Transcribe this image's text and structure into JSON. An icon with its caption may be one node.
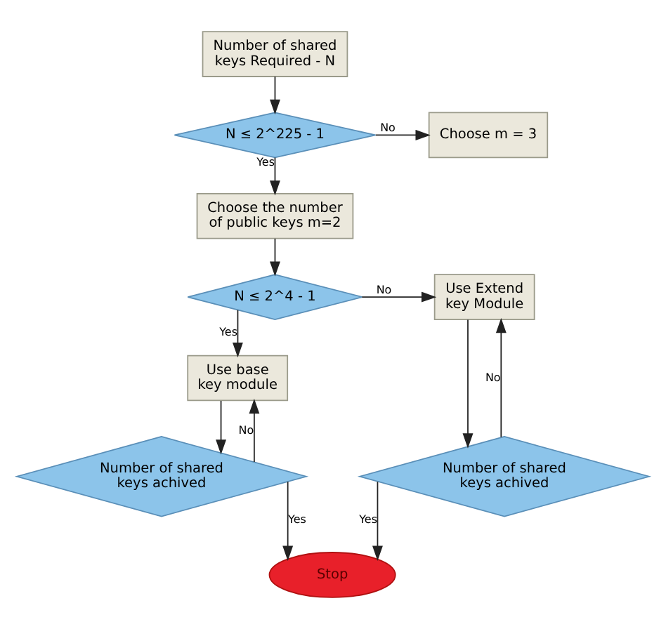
{
  "diagram": {
    "nodes": [
      {
        "text": [
          "Number of shared keys Required - N"
        ]
      },
      {
        "text": [
          "N ≤ 2^225 - 1"
        ]
      },
      {
        "text": [
          "Choose m = 3"
        ]
      },
      {
        "text": [
          "Choose the number of public keys m=2"
        ]
      },
      {
        "text": [
          "N ≤ 2^4 - 1"
        ]
      },
      {
        "text": [
          "Use Extend key Module"
        ]
      },
      {
        "text": [
          "Use base key module"
        ]
      },
      {
        "text": [
          "Number of shared keys achived"
        ]
      },
      {
        "text": [
          "Number of shared keys achived"
        ]
      },
      {
        "text": [
          "Stop"
        ]
      }
    ],
    "edges": [
      {
        "from": 0,
        "to": 1,
        "arrow": "to"
      },
      {
        "from": 1,
        "to": 2,
        "arrow": "to",
        "label": "No"
      },
      {
        "from": 1,
        "to": 3,
        "arrow": "to",
        "label": "Yes"
      },
      {
        "from": 3,
        "to": 4,
        "arrow": "to"
      },
      {
        "from": 4,
        "to": 5,
        "arrow": "to",
        "label": "No"
      },
      {
        "from": 4,
        "to": 6,
        "arrow": "to",
        "label": "Yes"
      },
      {
        "from": 5,
        "to": 7,
        "arrow": "to"
      },
      {
        "from": 7,
        "to": 5,
        "arrow": "to",
        "label": "No"
      },
      {
        "from": 6,
        "to": 8,
        "arrow": "to"
      },
      {
        "from": 8,
        "to": 6,
        "arrow": "to",
        "label": "No"
      },
      {
        "from": 8,
        "to": 9,
        "arrow": "to",
        "label": "Yes"
      },
      {
        "from": 7,
        "to": 9,
        "arrow": "to",
        "label": "Yes"
      }
    ]
  }
}
